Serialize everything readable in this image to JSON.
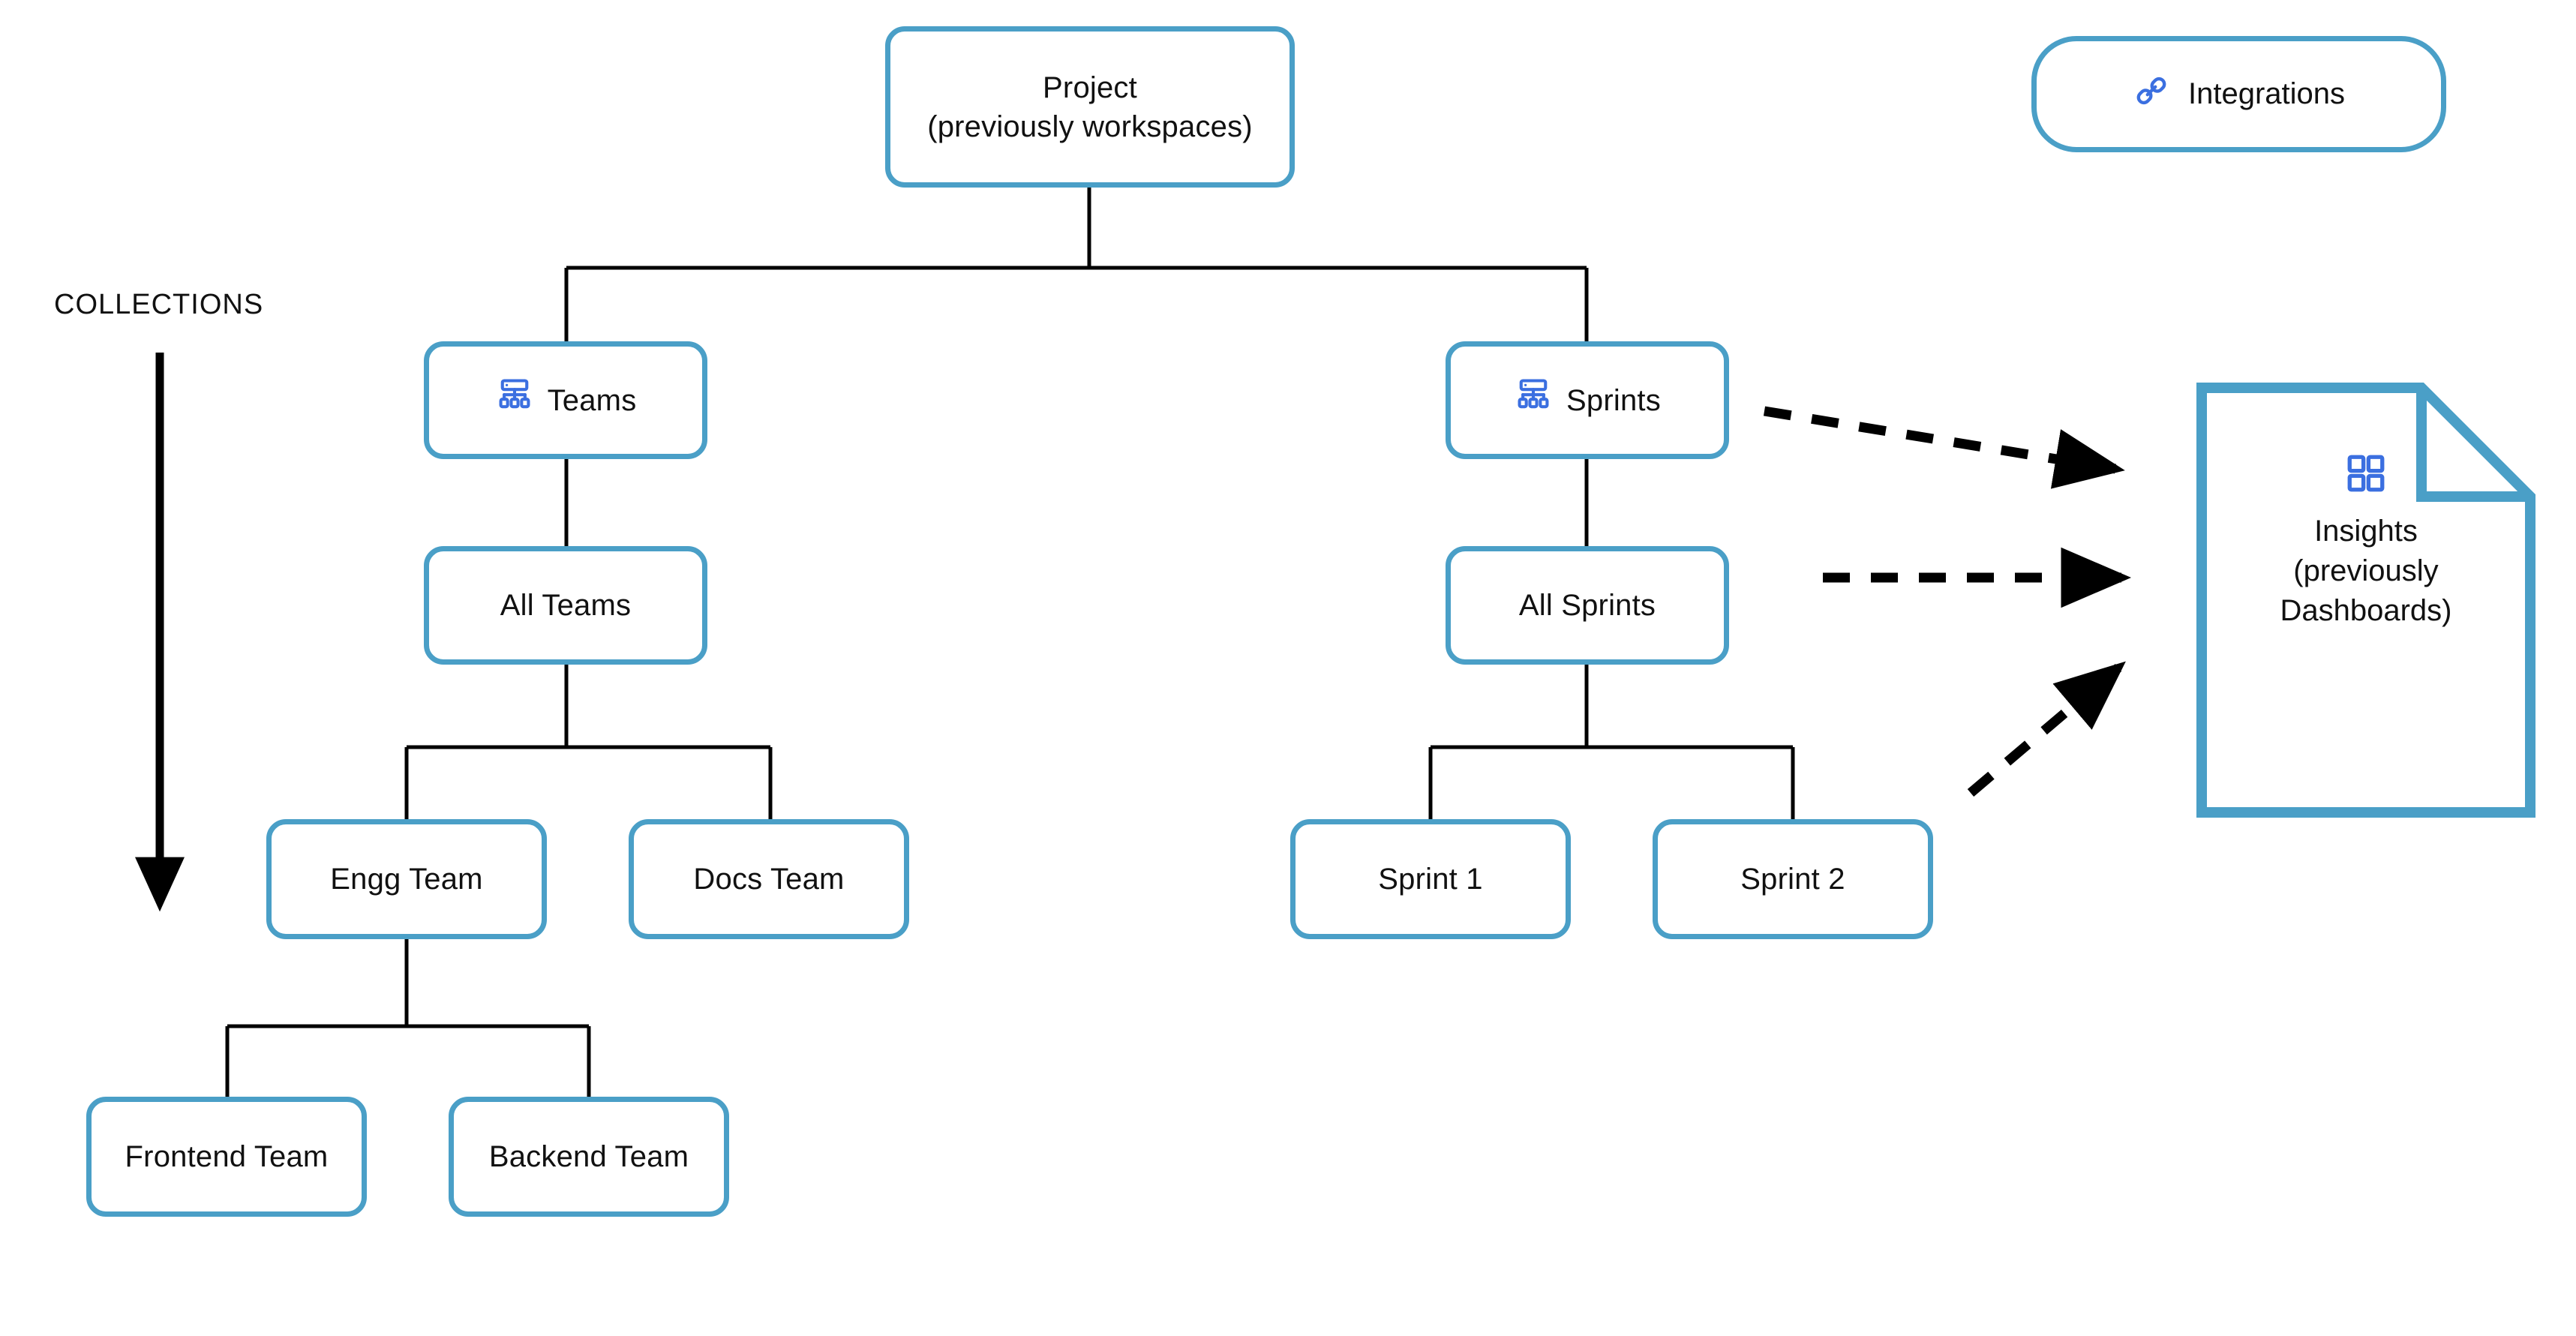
{
  "diagram": {
    "title_caption": "COLLECTIONS",
    "accent_color": "#4a9fc7",
    "icon_color": "#3b6fe0",
    "line_color": "#000000",
    "background": "#ffffff"
  },
  "nodes": {
    "project": {
      "label": "Project\n(previously workspaces)",
      "icon": null
    },
    "teams": {
      "label": "Teams",
      "icon": "hierarchy-icon"
    },
    "sprints": {
      "label": "Sprints",
      "icon": "hierarchy-icon"
    },
    "all_teams": {
      "label": "All Teams",
      "icon": null
    },
    "all_sprints": {
      "label": "All Sprints",
      "icon": null
    },
    "engg_team": {
      "label": "Engg Team"
    },
    "docs_team": {
      "label": "Docs Team"
    },
    "frontend_team": {
      "label": "Frontend Team"
    },
    "backend_team": {
      "label": "Backend Team"
    },
    "sprint_1": {
      "label": "Sprint 1"
    },
    "sprint_2": {
      "label": "Sprint 2"
    },
    "insights": {
      "label": "Insights\n(previously\nDashboards)",
      "icon": "grid-2x2-icon"
    },
    "integrations": {
      "label": "Integrations",
      "icon": "link-icon"
    }
  },
  "edges": [
    {
      "from": "project",
      "to": "teams",
      "style": "solid"
    },
    {
      "from": "project",
      "to": "sprints",
      "style": "solid"
    },
    {
      "from": "teams",
      "to": "all_teams",
      "style": "solid"
    },
    {
      "from": "all_teams",
      "to": "engg_team",
      "style": "solid"
    },
    {
      "from": "all_teams",
      "to": "docs_team",
      "style": "solid"
    },
    {
      "from": "engg_team",
      "to": "frontend_team",
      "style": "solid"
    },
    {
      "from": "engg_team",
      "to": "backend_team",
      "style": "solid"
    },
    {
      "from": "sprints",
      "to": "all_sprints",
      "style": "solid"
    },
    {
      "from": "all_sprints",
      "to": "sprint_1",
      "style": "solid"
    },
    {
      "from": "all_sprints",
      "to": "sprint_2",
      "style": "solid"
    },
    {
      "from": "sprints",
      "to": "insights",
      "style": "dashed-arrow"
    },
    {
      "from": "all_sprints",
      "to": "insights",
      "style": "dashed-arrow"
    },
    {
      "from": "sprint_2",
      "to": "insights",
      "style": "dashed-arrow"
    }
  ]
}
